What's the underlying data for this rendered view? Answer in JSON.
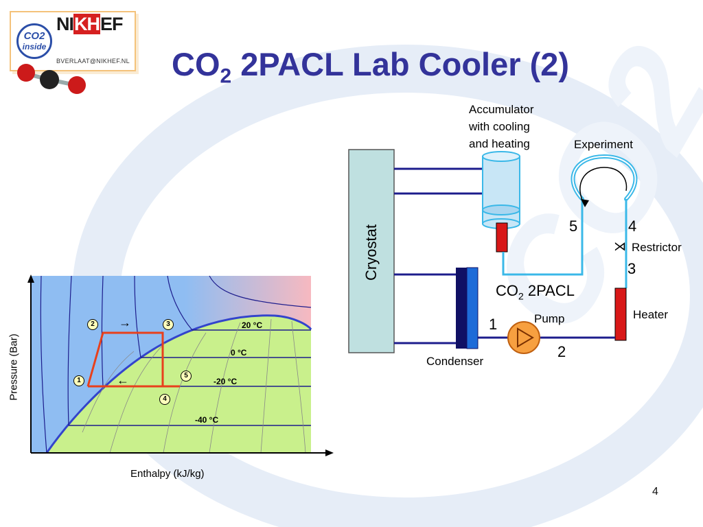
{
  "slide": {
    "title_prefix": "CO",
    "title_sub": "2",
    "title_suffix": " 2PACL Lab Cooler (2)",
    "page_number": "4"
  },
  "logo": {
    "badge_line1": "CO2",
    "badge_line2": "inside",
    "nik": "NI",
    "kh": "KH",
    "ef": "EF",
    "email": "BVERLAAT@NIKHEF.NL"
  },
  "phase_diagram": {
    "ylabel": "Pressure (Bar)",
    "xlabel": "Enthalpy (kJ/kg)",
    "isotherms": [
      "20 °C",
      "0 °C",
      "-20 °C",
      "-40 °C"
    ],
    "points": [
      "1",
      "2",
      "3",
      "4",
      "5"
    ],
    "arrow_top": "→",
    "arrow_bottom": "←"
  },
  "schematic": {
    "cryostat": "Cryostat",
    "accumulator_lines": [
      "Accumulator",
      "with cooling",
      "and heating"
    ],
    "experiment": "Experiment",
    "restrictor_symbol": "⋊",
    "restrictor": "Restrictor",
    "heater": "Heater",
    "pump": "Pump",
    "condenser": "Condenser",
    "co2_prefix": "CO",
    "co2_sub": "2",
    "co2_suffix": " 2PACL",
    "node_labels": {
      "n1": "1",
      "n2": "2",
      "n3": "3",
      "n4": "4",
      "n5": "5"
    }
  },
  "colors": {
    "title": "#33339a",
    "pipe_cold": "#1c1c8c",
    "pipe_light": "#3ab8e8",
    "cycle": "#e8401c",
    "liquid_region": "#8fbdf2",
    "two_phase_region": "#c9f08c",
    "component_red": "#d81818"
  }
}
